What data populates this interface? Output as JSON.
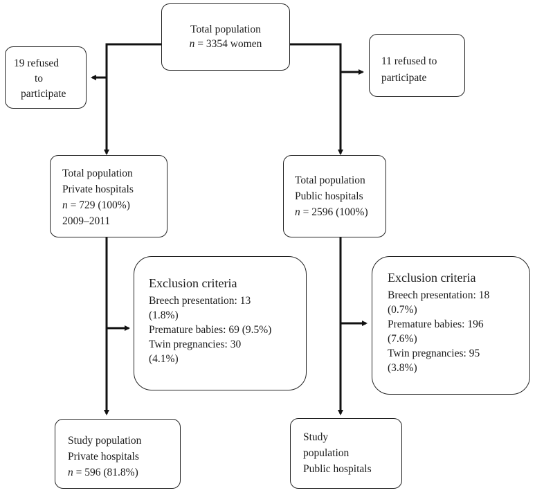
{
  "top": {
    "line1": "Total population",
    "n_label": "n",
    "line2": " = 3354 women"
  },
  "refused_left": {
    "line1": "19 refused",
    "line2": "to",
    "line3": "participate"
  },
  "refused_right": {
    "line1": "11 refused to",
    "line2": "participate"
  },
  "private_total": {
    "line1": "Total population",
    "line2": "Private hospitals",
    "n_label": "n",
    "line3": " = 729 (100%)",
    "line4": "2009–2011"
  },
  "public_total": {
    "line1": "Total population",
    "line2": "Public hospitals",
    "n_label": "n",
    "line3": " = 2596 (100%)"
  },
  "exclusion_private": {
    "title": "Exclusion criteria",
    "lines": [
      "Breech presentation: 13",
      "(1.8%)",
      "Premature babies: 69 (9.5%)",
      "Twin pregnancies: 30",
      "(4.1%)"
    ]
  },
  "exclusion_public": {
    "title": "Exclusion criteria",
    "lines": [
      "Breech presentation: 18",
      "(0.7%)",
      "Premature babies: 196",
      "(7.6%)",
      "Twin pregnancies: 95",
      "(3.8%)"
    ]
  },
  "study_private": {
    "line1": "Study population",
    "line2": "Private hospitals",
    "n_label": "n",
    "line3": " = 596 (81.8%)"
  },
  "study_public": {
    "line1": "Study",
    "line2": "population",
    "line3": "Public hospitals"
  }
}
